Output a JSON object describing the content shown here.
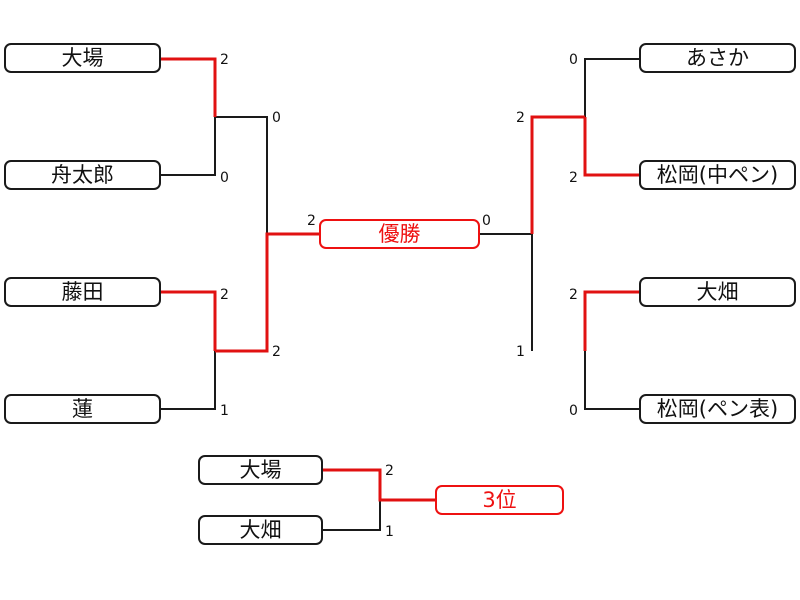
{
  "left_bracket": {
    "players": [
      "大場",
      "舟太郎",
      "藤田",
      "蓮"
    ],
    "round1_scores": [
      "2",
      "0",
      "2",
      "1"
    ],
    "semifinal_scores": [
      "0",
      "2"
    ]
  },
  "right_bracket": {
    "players": [
      "あさか",
      "松岡(中ペン)",
      "大畑",
      "松岡(ペン表)"
    ],
    "round1_scores": [
      "0",
      "2",
      "2",
      "0"
    ],
    "semifinal_scores": [
      "2",
      "1"
    ]
  },
  "final": {
    "label": "優勝",
    "left_score": "2",
    "right_score": "0"
  },
  "third_place": {
    "players": [
      "大場",
      "大畑"
    ],
    "scores": [
      "2",
      "1"
    ],
    "label": "3位"
  },
  "colors": {
    "winner_line": "#e11111",
    "line": "#1a1a1a",
    "box_border": "#1a1a1a"
  }
}
